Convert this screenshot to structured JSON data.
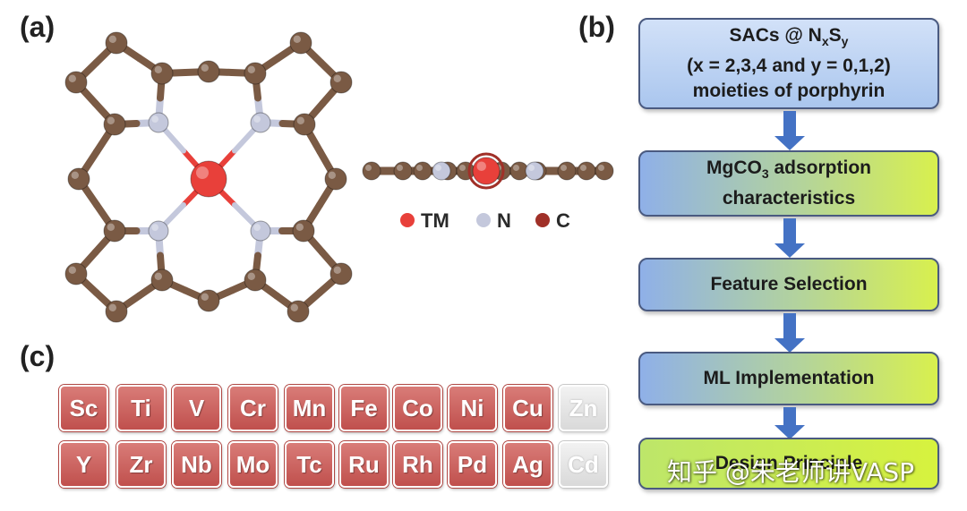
{
  "panels": {
    "a": "(a)",
    "b": "(b)",
    "c": "(c)"
  },
  "legend": [
    {
      "label": "TM",
      "color": "#e8403a"
    },
    {
      "label": "N",
      "color": "#c4c8dc"
    },
    {
      "label": "C",
      "color": "#a03028"
    }
  ],
  "colors": {
    "carbon": "#7a5a44",
    "nitrogen": "#c4c8dc",
    "metal": "#e8403a",
    "arrow": "#4472c4"
  },
  "flowchart": {
    "box1_line1_pre": "SACs @ N",
    "box1_sub_x": "x",
    "box1_mid_S": "S",
    "box1_sub_y": "y",
    "box1_line2": "(x = 2,3,4 and y = 0,1,2)",
    "box1_line3": "moieties of porphyrin",
    "box2_pre": "MgCO",
    "box2_sub": "3",
    "box2_post": " adsorption",
    "box2_line2": "characteristics",
    "box3": "Feature Selection",
    "box4": "ML Implementation",
    "box5": "Design Principle"
  },
  "elements_row1": [
    "Sc",
    "Ti",
    "V",
    "Cr",
    "Mn",
    "Fe",
    "Co",
    "Ni",
    "Cu",
    "Zn"
  ],
  "elements_row2": [
    "Y",
    "Zr",
    "Nb",
    "Mo",
    "Tc",
    "Ru",
    "Rh",
    "Pd",
    "Ag",
    "Cd"
  ],
  "inactive_elements": [
    "Zn",
    "Cd"
  ],
  "watermark": "知乎 @朱老师讲VASP"
}
